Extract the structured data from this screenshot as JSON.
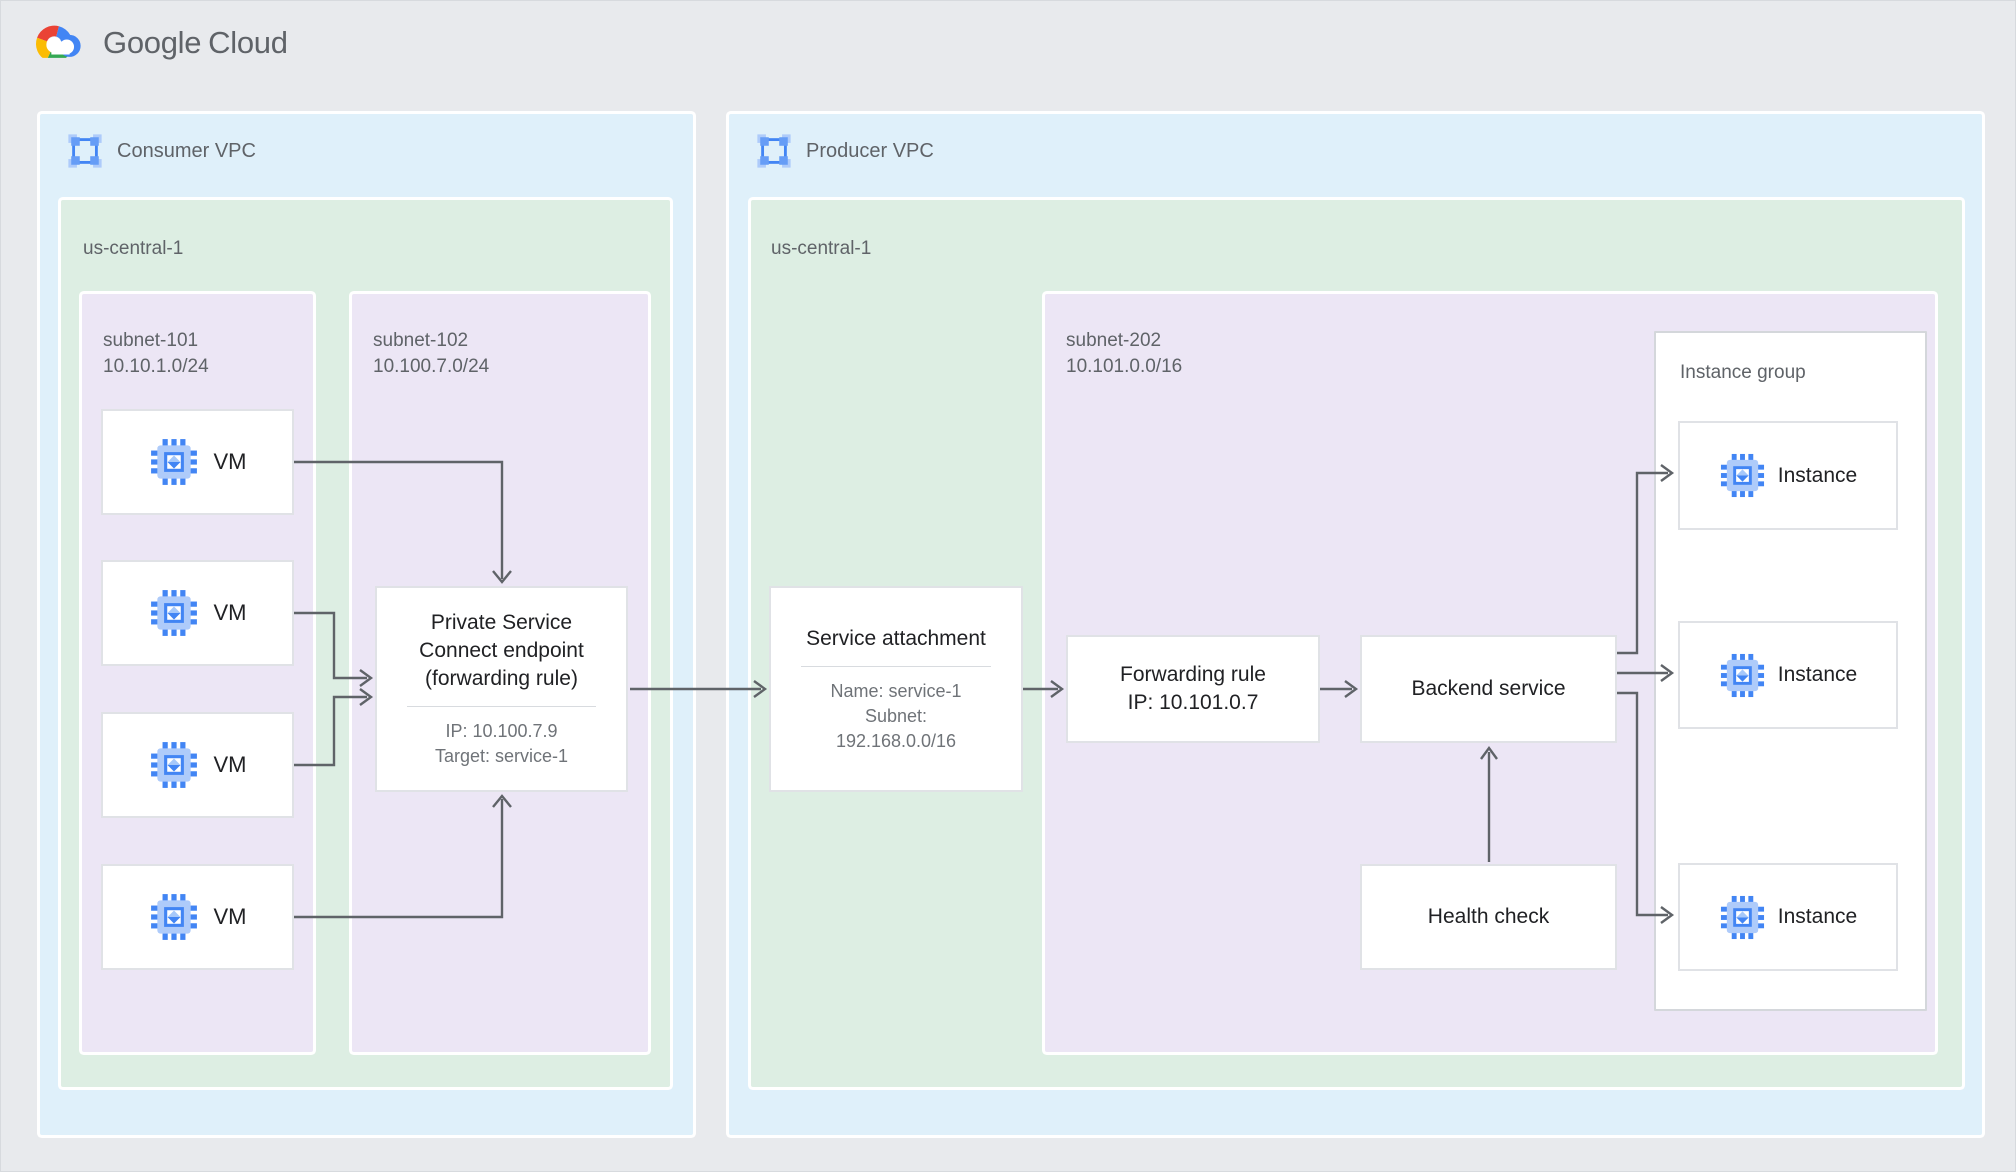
{
  "logo": {
    "brand_primary": "Google",
    "brand_secondary": "Cloud"
  },
  "consumer_vpc": {
    "label": "Consumer VPC",
    "region": {
      "label": "us-central-1"
    },
    "subnet_101": {
      "name": "subnet-101",
      "cidr": "10.10.1.0/24",
      "vms": [
        "VM",
        "VM",
        "VM",
        "VM"
      ]
    },
    "subnet_102": {
      "name": "subnet-102",
      "cidr": "10.100.7.0/24",
      "psc_endpoint": {
        "title": "Private Service Connect endpoint (forwarding rule)",
        "sub_lines": [
          "IP: 10.100.7.9",
          "Target: service-1"
        ]
      }
    }
  },
  "producer_vpc": {
    "label": "Producer VPC",
    "region": {
      "label": "us-central-1"
    },
    "service_attachment": {
      "title": "Service attachment",
      "sub_lines": [
        "Name: service-1",
        "Subnet:",
        "192.168.0.0/16"
      ]
    },
    "subnet_202": {
      "name": "subnet-202",
      "cidr": "10.101.0.0/16",
      "forwarding_rule": {
        "title": "Forwarding rule",
        "ip": "IP: 10.101.0.7"
      },
      "backend_service": {
        "title": "Backend service"
      },
      "health_check": {
        "title": "Health check"
      },
      "instance_group": {
        "label": "Instance group",
        "instances": [
          "Instance",
          "Instance",
          "Instance"
        ]
      }
    }
  },
  "colors": {
    "page_bg": "#E8EAED",
    "vpc_fill": "#DFF0FA",
    "region_fill": "#DDEEE3",
    "subnet_fill": "#ECE6F5",
    "arrow": "#5F6368",
    "icon_blue": "#4285F4",
    "icon_blue_light": "#AECBFA",
    "brand_red": "#EA4335",
    "brand_yellow": "#FBBC04",
    "brand_green": "#34A853",
    "brand_blue": "#4285F4"
  }
}
